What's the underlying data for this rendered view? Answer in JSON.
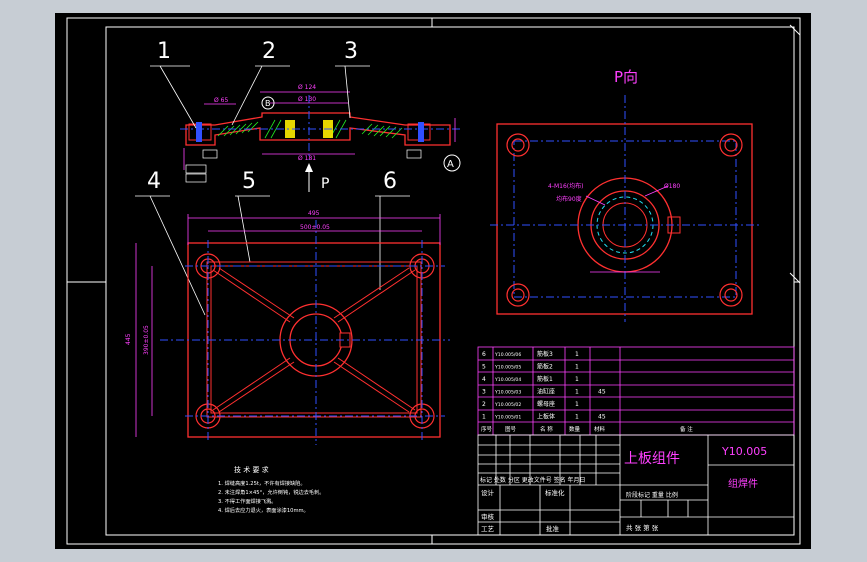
{
  "drawing": {
    "part_labels": [
      "1",
      "2",
      "3",
      "4",
      "5",
      "6"
    ],
    "view_p_title": "P向",
    "direction_arrow_label": "P",
    "section_marker": "A",
    "detail_marker": "B",
    "dims_top": {
      "d1": "Ø 65",
      "d2": "Ø 124",
      "d3": "Ø 130",
      "d4": "Ø 181"
    },
    "dims_bottom": {
      "overall_w": "495",
      "inner_w": "500±0.05",
      "overall_h": "445",
      "inner_h": "390±0.05"
    },
    "view_p_notes": {
      "holes": "4-M16(均布)",
      "pitch": "均布90度",
      "bore": "Ø180"
    }
  },
  "tech_requirements": {
    "title": "技 术 要 求",
    "items": [
      "1. 焊缝高度1.25t，不许有焊接缺陷。",
      "2. 未注焊角1×45°，允许倒钝，锐边去毛刺。",
      "3. 不得工作面焊接飞溅。",
      "4. 焊后去应力退火，表面涂漆10mm。"
    ]
  },
  "bom": {
    "rows": [
      {
        "idx": "6",
        "code": "Y10.005/06",
        "name": "筋板3",
        "qty": "1",
        "mat": "",
        "note": ""
      },
      {
        "idx": "5",
        "code": "Y10.005/05",
        "name": "筋板2",
        "qty": "1",
        "mat": "",
        "note": ""
      },
      {
        "idx": "4",
        "code": "Y10.005/04",
        "name": "筋板1",
        "qty": "1",
        "mat": "",
        "note": ""
      },
      {
        "idx": "3",
        "code": "Y10.005/03",
        "name": "油缸座",
        "qty": "1",
        "mat": "45",
        "note": ""
      },
      {
        "idx": "2",
        "code": "Y10.005/02",
        "name": "螺母座",
        "qty": "1",
        "mat": "",
        "note": ""
      },
      {
        "idx": "1",
        "code": "Y10.005/01",
        "name": "上板体",
        "qty": "1",
        "mat": "45",
        "note": ""
      }
    ],
    "headers": [
      "序号",
      "图号",
      "名 称",
      "数量",
      "材料",
      "备 注"
    ]
  },
  "title_block": {
    "part_name": "上板组件",
    "drawing_no": "Y10.005",
    "type": "组焊件",
    "rev_headers": "标记 处数 分区 更改文件号 签名 年月日",
    "design": "设计",
    "standard": "标准化",
    "stage_headers": "阶段标记 重量 比例",
    "review": "审核",
    "process": "工艺",
    "approve": "批准",
    "sheet": "共  张  第  张"
  }
}
